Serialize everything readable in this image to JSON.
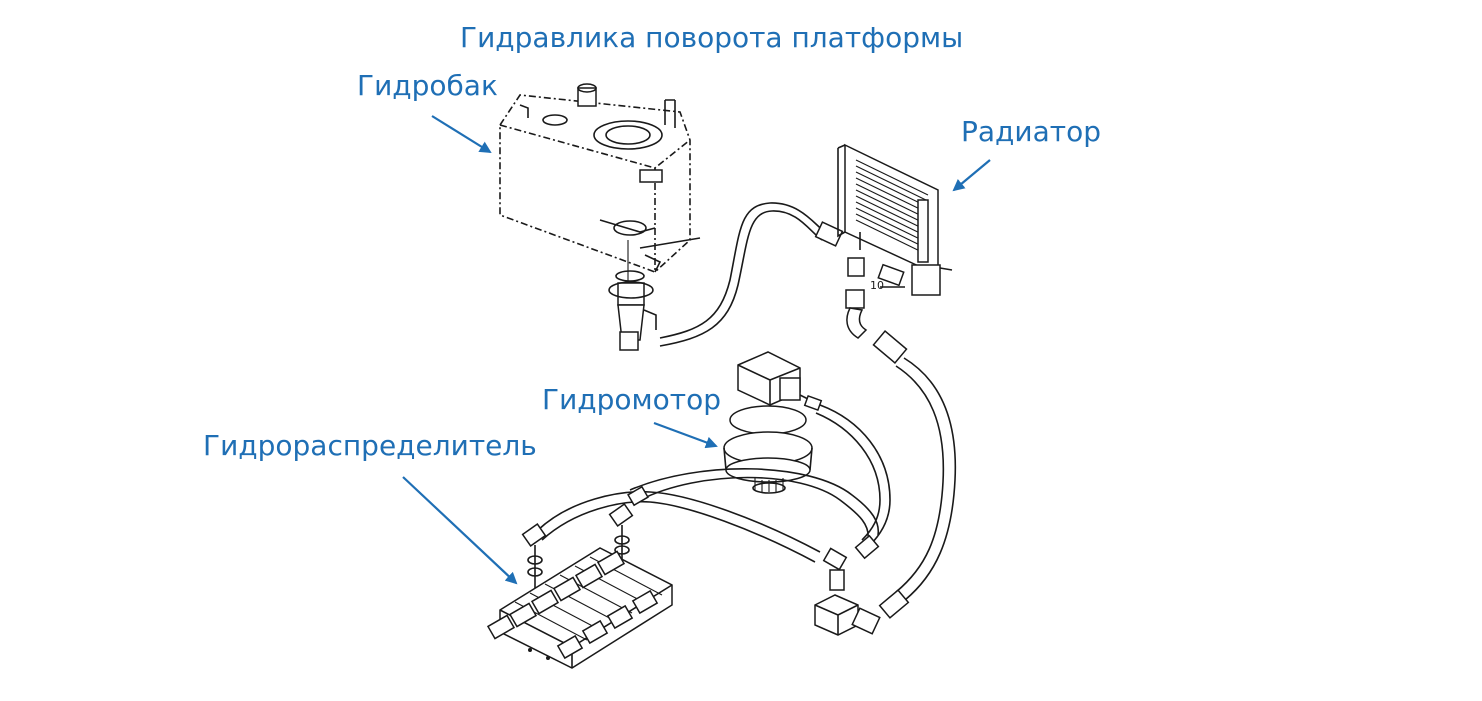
{
  "diagram": {
    "title": "Гидравлика поворота платформы",
    "labels": {
      "tank": "Гидробак",
      "radiator": "Радиатор",
      "motor": "Гидромотор",
      "distributor": "Гидрораспределитель"
    },
    "part_number": "10"
  },
  "colors": {
    "label": "#1f6fb5",
    "drawing": "#1a1a1a",
    "background": "#ffffff"
  }
}
